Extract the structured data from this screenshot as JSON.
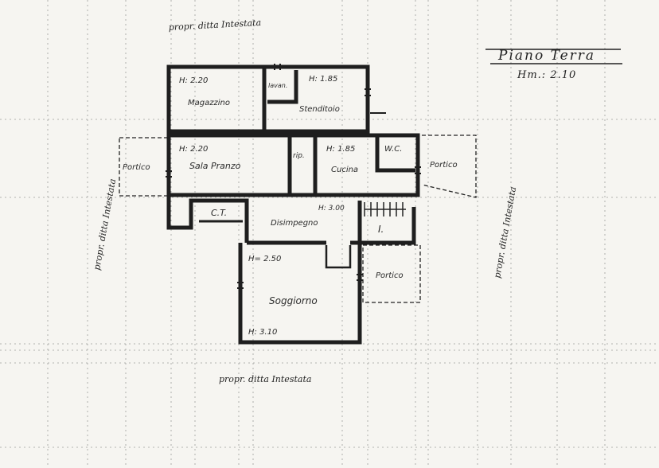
{
  "title_block": {
    "floor_title": "Piano Terra",
    "height_note": "Hm.: 2.10"
  },
  "boundaries": {
    "top": "propr. ditta Intestata",
    "bottom": "propr. ditta Intestata",
    "left": "propr. ditta Intestata",
    "right": "propr. ditta Intestata"
  },
  "rooms": {
    "magazzino_height": "H: 2.20",
    "magazzino": "Magazzino",
    "lavanderia": "lavan.",
    "stenditoio_height": "H: 1.85",
    "stenditoio": "Stenditoio",
    "portico_left": "Portico",
    "sala_pranzo_height": "H: 2.20",
    "sala_pranzo": "Sala Pranzo",
    "ripostiglio": "rip.",
    "cucina_height": "H: 1.85",
    "cucina": "Cucina",
    "wc": "W.C.",
    "portico_right": "Portico",
    "ct": "C.T.",
    "disimpegno_height": "H: 3.00",
    "disimpegno": "Disimpegno",
    "stair_mark": "I.",
    "soggiorno_height_top": "H= 2.50",
    "soggiorno": "Soggiorno",
    "soggiorno_height_bottom": "H: 3.10",
    "portico_front": "Portico"
  },
  "colors": {
    "paper": "#f6f5f1",
    "ink": "#1e1e1e",
    "wall_fill": "#8a8a8a"
  }
}
